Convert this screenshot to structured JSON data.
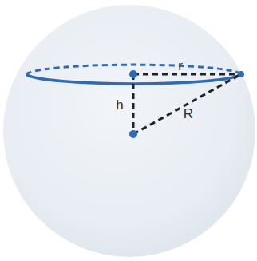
{
  "diagram": {
    "labels": [
      "r",
      "h",
      "R"
    ]
  }
}
